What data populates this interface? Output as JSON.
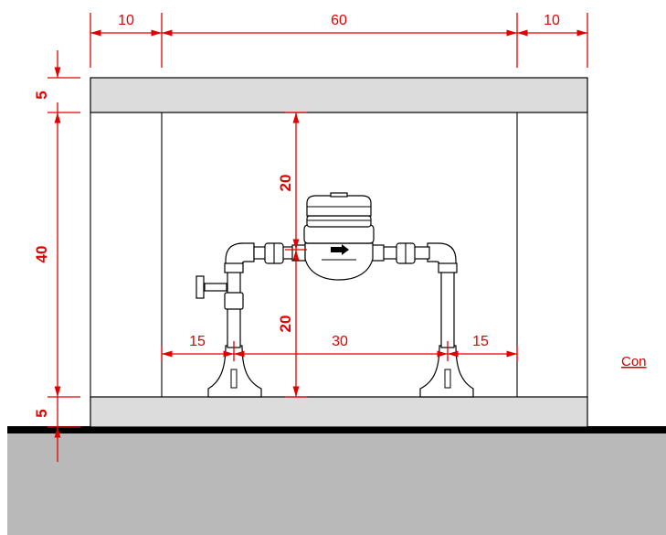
{
  "dimensions": {
    "top": [
      "10",
      "60",
      "10"
    ],
    "left": [
      "5",
      "40",
      "5"
    ],
    "vertical_inner": [
      "20",
      "20"
    ],
    "bottom_inner": [
      "15",
      "30",
      "15"
    ]
  },
  "link": {
    "label": "Con"
  },
  "colors": {
    "dimension": "#e00000",
    "slab_fill": "#dcdcdc",
    "ground_fill": "#b9b9b9",
    "ground_line": "#000000",
    "link": "#cc0000"
  }
}
